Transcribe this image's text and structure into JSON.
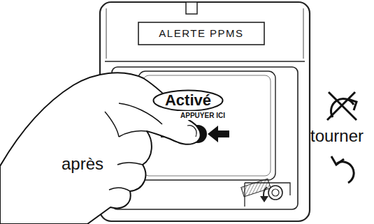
{
  "diagram": {
    "nodes": [
      {
        "text": [
          "ALERTE PPMS"
        ]
      },
      {
        "text": [
          "Activé"
        ]
      }
    ],
    "labels": [
      "APPUYER ICI",
      "après",
      "tourner"
    ]
  }
}
